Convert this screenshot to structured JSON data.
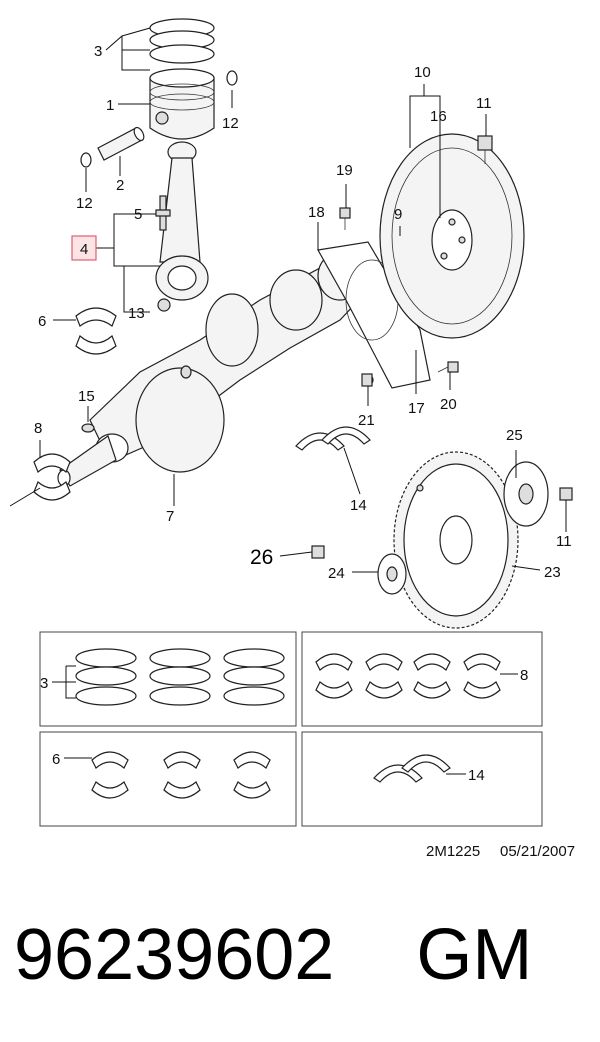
{
  "callouts": {
    "c1": "1",
    "c2": "2",
    "c3": "3",
    "c4": "4",
    "c5": "5",
    "c6": "6",
    "c7": "7",
    "c8": "8",
    "c9": "9",
    "c10": "10",
    "c11": "11",
    "c12": "12",
    "c13": "13",
    "c14": "14",
    "c15": "15",
    "c16": "16",
    "c17": "17",
    "c18": "18",
    "c19": "19",
    "c20": "20",
    "c21": "21",
    "c23": "23",
    "c24": "24",
    "c25": "25",
    "c26": "26"
  },
  "stamp": {
    "code": "2M1225",
    "date": "05/21/2007"
  },
  "part": {
    "number": "96239602",
    "brand": "GM"
  },
  "colors": {
    "highlight": "#e06070",
    "highlight_fill": "#fbe3e6"
  }
}
